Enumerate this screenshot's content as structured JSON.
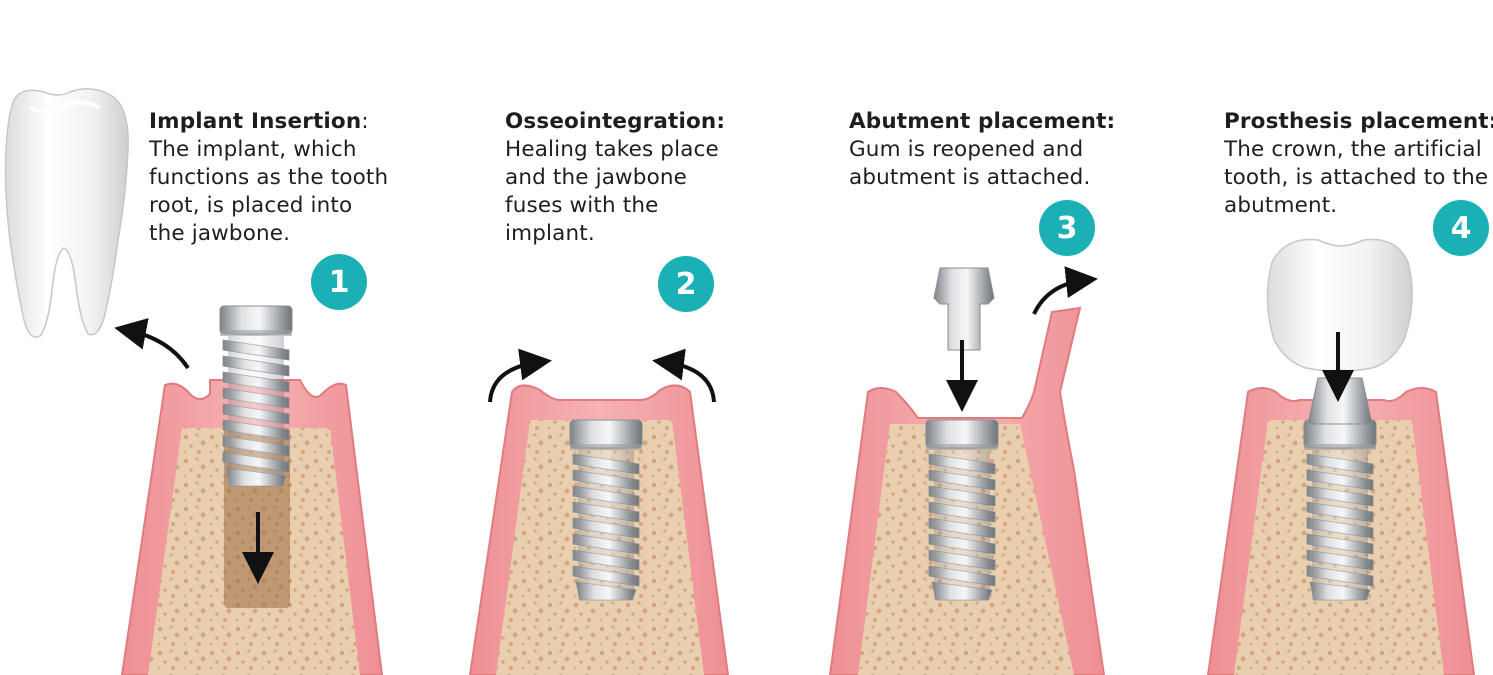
{
  "stages": [
    {
      "number": "1",
      "title": "Implant Insertion",
      "title_suffix": ":",
      "lines": [
        "The implant, which",
        "functions as the tooth",
        "root, is placed into",
        "the jawbone."
      ]
    },
    {
      "number": "2",
      "title": "Osseointegration:",
      "title_suffix": "",
      "lines": [
        "Healing takes place",
        "and the jawbone",
        "fuses with the",
        "implant."
      ]
    },
    {
      "number": "3",
      "title": "Abutment placement:",
      "title_suffix": "",
      "lines": [
        "Gum is reopened and",
        "abutment is attached."
      ]
    },
    {
      "number": "4",
      "title": "Prosthesis placement:",
      "title_suffix": "",
      "lines": [
        "The crown, the artificial",
        "tooth, is attached to the",
        "abutment."
      ]
    }
  ],
  "colors": {
    "badge": "#1ab0b6",
    "gum": "#f2a3a5",
    "gum_edge": "#e58488",
    "bone": "#e9cfb0",
    "bone_dots": "#c9946a",
    "metal": "#b9bcc0",
    "arrow": "#111111",
    "tooth": "#f4f4f4"
  },
  "icons": [
    "tooth-icon",
    "implant-screw-icon",
    "abutment-icon",
    "crown-icon",
    "arrow-icon"
  ]
}
